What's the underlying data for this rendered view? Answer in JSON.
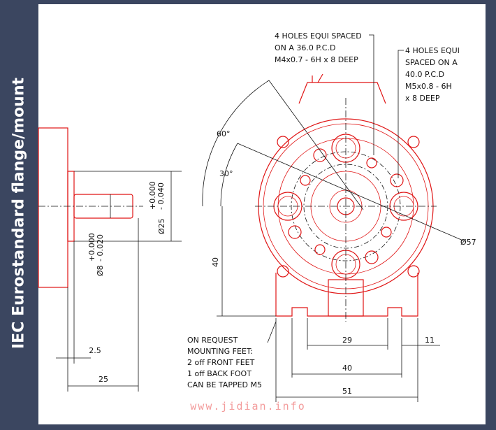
{
  "side_title": "IEC Eurostandard flange/mount",
  "notes": {
    "holes_36": [
      "4 HOLES EQUI SPACED",
      "ON A 36.0 P.C.D",
      "M4x0.7 - 6H x 8 DEEP"
    ],
    "holes_40": [
      "4 HOLES EQUI",
      "SPACED ON A",
      "40.0 P.C.D",
      "M5x0.8 - 6H",
      "x 8 DEEP"
    ],
    "feet": [
      "ON REQUEST",
      "MOUNTING FEET:",
      "2 off FRONT FEET",
      "1 off BACK FOOT",
      "CAN BE TAPPED M5"
    ]
  },
  "dimensions": {
    "shaft_dia": "Ø8",
    "shaft_tol_upper": "+0.000",
    "shaft_tol_lower": "- 0.020",
    "spigot_dia": "Ø25",
    "spigot_tol_upper": "+0.000",
    "spigot_tol_lower": "- 0.040",
    "flange_thk": "2.5",
    "shaft_len": "25",
    "height": "40",
    "angle_60": "60°",
    "angle_30": "30°",
    "outer_dia": "Ø57",
    "feet_29": "29",
    "feet_11": "11",
    "feet_40": "40",
    "feet_51": "51"
  },
  "watermark": "www.jidian.info",
  "colors": {
    "band": "#3b4660",
    "drawing_red": "#e01515",
    "watermark": "#f39b9b"
  }
}
